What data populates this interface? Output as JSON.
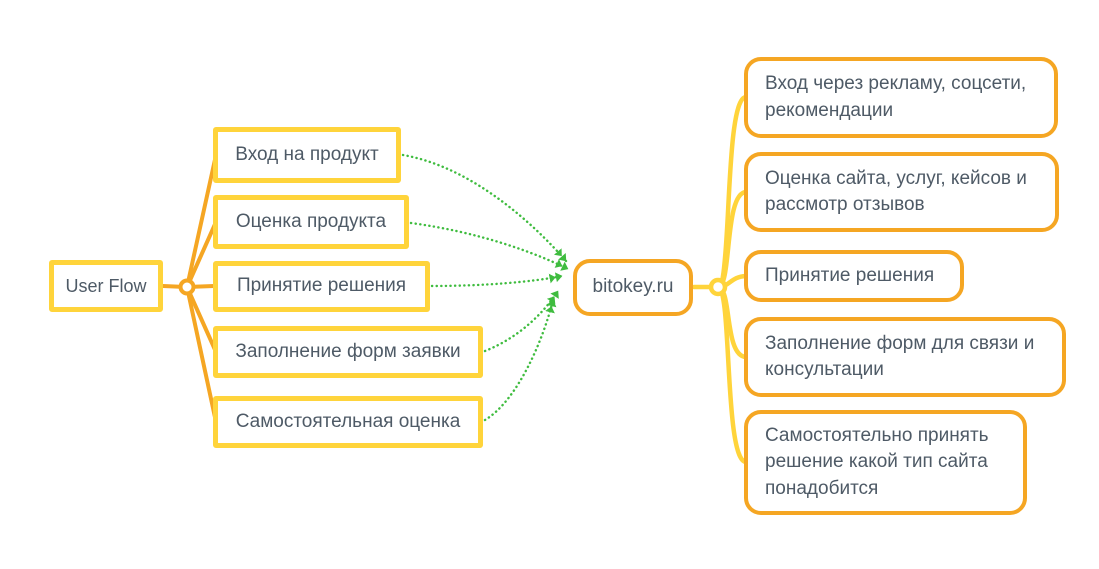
{
  "diagram": {
    "title": "User Flow mind map",
    "root": {
      "label": "User Flow"
    },
    "center": {
      "label": "bitokey.ru"
    },
    "left_branch": [
      {
        "label": "Вход на продукт"
      },
      {
        "label": "Оценка продукта"
      },
      {
        "label": "Принятие решения"
      },
      {
        "label": "Заполнение форм заявки"
      },
      {
        "label": "Самостоятельная оценка"
      }
    ],
    "right_branch": [
      {
        "label": "Вход через рекламу, соцсети, рекомендации"
      },
      {
        "label": "Оценка сайта, услуг, кейсов и рассмотр отзывов"
      },
      {
        "label": "Принятие решения"
      },
      {
        "label": "Заполнение форм для связи и консультации"
      },
      {
        "label": "Самостоятельно принять решение какой тип сайта понадобится"
      }
    ],
    "colors": {
      "yellow": "#FFD43B",
      "orange": "#F5A623",
      "green": "#3FBC3F",
      "text": "#4E5A66",
      "bg": "#FFFFFF"
    }
  }
}
